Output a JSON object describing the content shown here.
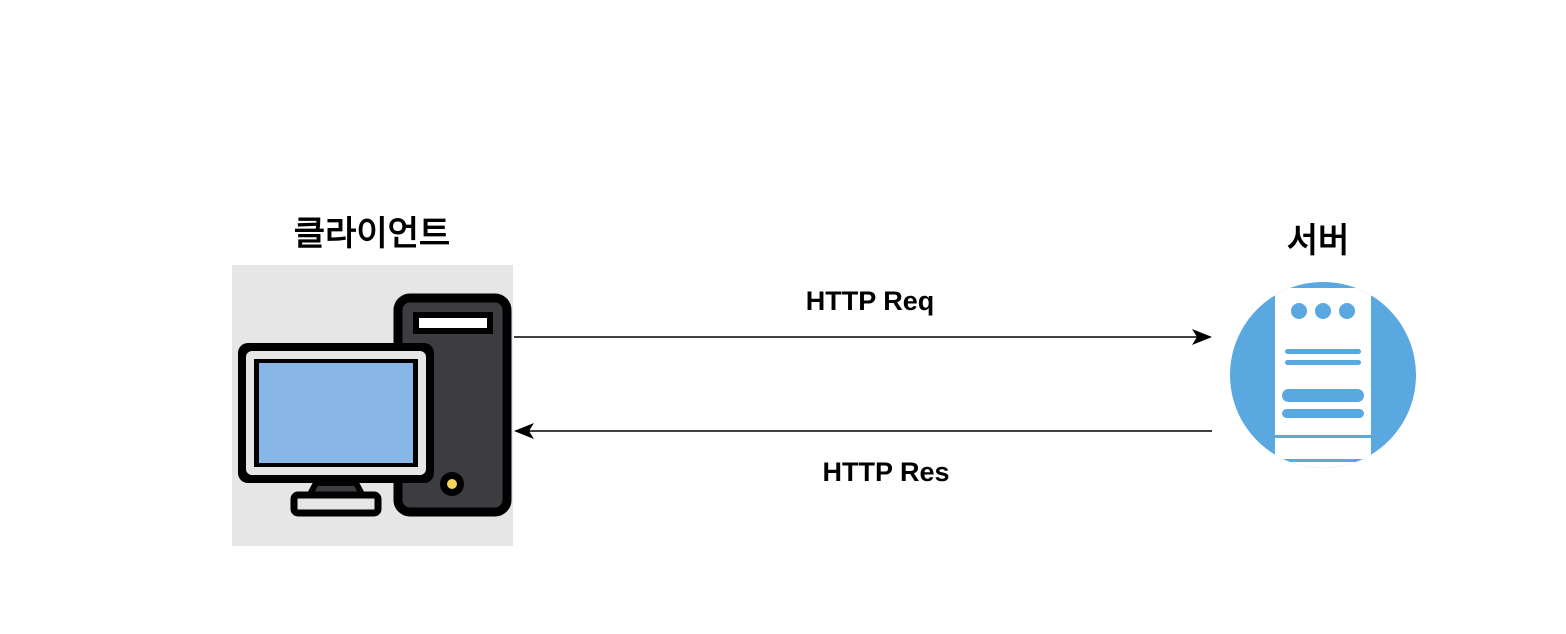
{
  "nodes": {
    "client": {
      "label": "클라이언트",
      "icon": "desktop-computer-icon"
    },
    "server": {
      "label": "서버",
      "icon": "server-icon"
    }
  },
  "edges": {
    "request": {
      "label": "HTTP Req",
      "from": "client",
      "to": "server"
    },
    "response": {
      "label": "HTTP Res",
      "from": "server",
      "to": "client"
    }
  },
  "colors": {
    "screen": "#88b6e6",
    "tower": "#3d3c40",
    "server_blue": "#5aa8e0",
    "client_bg": "#e6e6e6",
    "power_led": "#f5d65a"
  }
}
